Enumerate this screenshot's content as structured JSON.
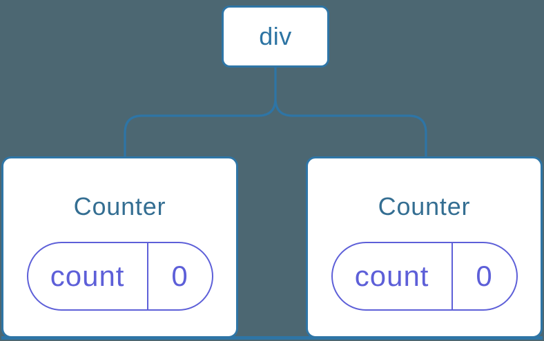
{
  "diagram": {
    "description": "component-tree",
    "root": {
      "label": "div"
    },
    "children": [
      {
        "title": "Counter",
        "state": {
          "key": "count",
          "value": "0"
        }
      },
      {
        "title": "Counter",
        "state": {
          "key": "count",
          "value": "0"
        }
      }
    ],
    "colors": {
      "background": "#4C6772",
      "node": "#2E75A6",
      "node_text": "#2D74A3",
      "title_text": "#346E92",
      "state": "#5D5FD8",
      "card_bg": "#FFFFFF"
    }
  }
}
